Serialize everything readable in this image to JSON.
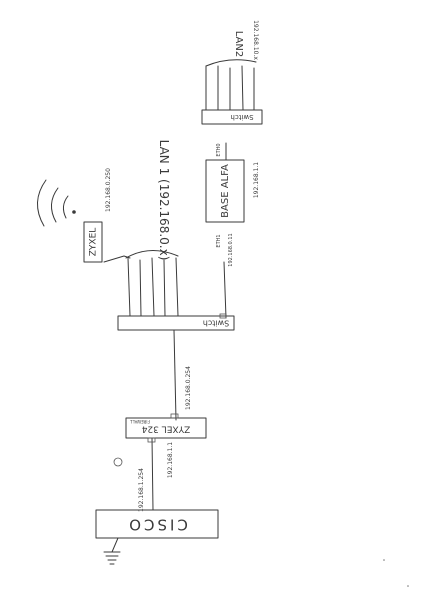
{
  "diagram": {
    "router": {
      "label": "CISCO",
      "address": "192.168.1.254"
    },
    "firewall": {
      "label": "ZYXEL 324",
      "sub": "FIREWALL",
      "wan_address": "192.168.1.1",
      "lan_address": "192.168.0.254"
    },
    "switch1": {
      "label": "Switch"
    },
    "lan1": {
      "label": "LAN 1 (192.168.0.x)"
    },
    "zyxel_ap": {
      "label": "ZYXEL",
      "address": "192.168.0.250"
    },
    "base_alfa": {
      "label": "BASE ALFA",
      "eth1_label": "ETH1",
      "eth1_address": "192.168.0.11",
      "eth0_label": "ETH0",
      "eth0_address": "192.168.1.1"
    },
    "switch2": {
      "label": "Switch"
    },
    "lan2": {
      "label": "LAN2",
      "address": "192.168.10.x"
    }
  }
}
